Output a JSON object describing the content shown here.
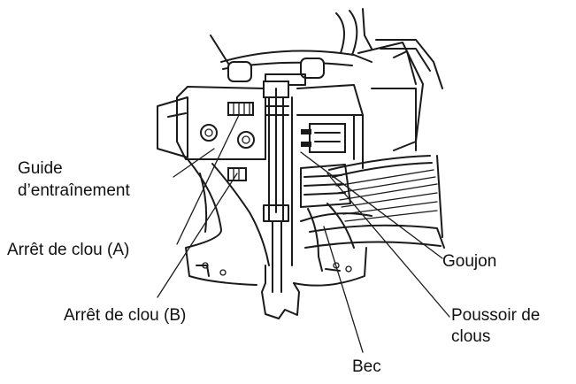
{
  "labels": {
    "guide_line1": "Guide",
    "guide_line2": "d’entraînement",
    "arret_a": "Arrêt de clou (A)",
    "arret_b": "Arrêt de clou (B)",
    "goujon": "Goujon",
    "poussoir_line1": "Poussoir de",
    "poussoir_line2": "clous",
    "bec": "Bec"
  },
  "colors": {
    "ink": "#1a1a1a",
    "background": "#ffffff"
  }
}
